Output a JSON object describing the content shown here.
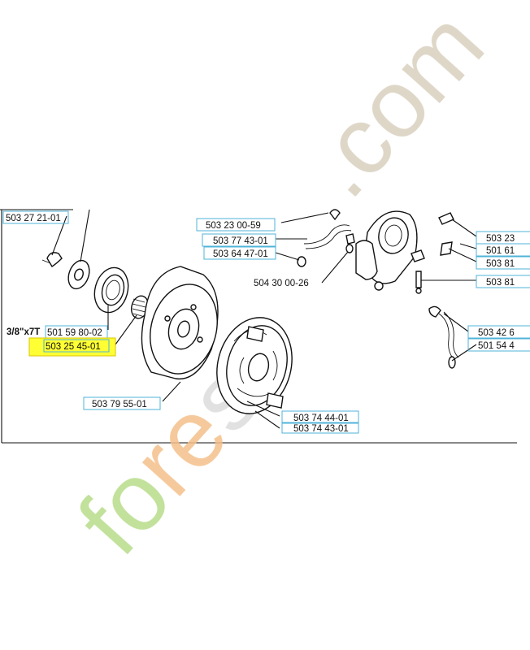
{
  "diagram": {
    "prefix_label": "3/8\"x7T",
    "part_numbers": [
      "503 27 21-01",
      "501 59 80-02",
      "503 25 45-01",
      "503 79 55-01",
      "503 23 00-59",
      "503 77 43-01",
      "503 64 47-01",
      "504 30 00-26",
      "503 74 44-01",
      "503 74 43-01",
      "503 23",
      "501 61",
      "503 81",
      "503 81",
      "503 42 6",
      "501 54 4"
    ],
    "highlighted_part": "503 25 45-01",
    "colors": {
      "highlight": "#ffff33",
      "label_border": "#4fb3d9",
      "line": "#111111"
    }
  },
  "watermark": {
    "forest": "forest",
    "dot_com": ".com",
    "colors": {
      "f": "#b8dc8a",
      "o": "#b8dc8a",
      "r": "#f4c08a",
      "e": "#f4c08a",
      "st": "#d8d8d8",
      "com": "#d9d0bf"
    }
  }
}
